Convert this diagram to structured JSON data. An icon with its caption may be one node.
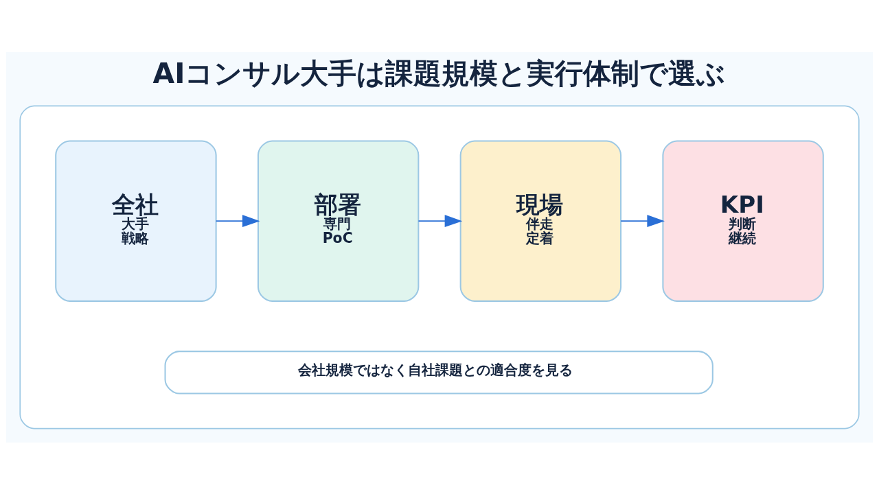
{
  "diagram": {
    "title": "AIコンサル大手は課題規模と実行体制で選ぶ",
    "nodes": [
      {
        "text": [],
        "shape": "box"
      },
      {
        "text": [
          "全社",
          "大手",
          "戦略"
        ],
        "in": 0
      },
      {
        "text": [
          "部署",
          "専門",
          "PoC"
        ],
        "in": 0
      },
      {
        "text": [
          "現場",
          "伴走",
          "定着"
        ],
        "in": 0
      },
      {
        "text": [
          "KPI",
          "判断",
          "継続"
        ],
        "in": 0
      },
      {
        "text": [
          "会社規模ではなく自社課題との適合度を見る"
        ],
        "in": 0
      }
    ],
    "edges": [
      {
        "from": 1,
        "to": 2,
        "arrow": "to"
      },
      {
        "from": 2,
        "to": 3,
        "arrow": "to"
      },
      {
        "from": 3,
        "to": 4,
        "arrow": "to"
      }
    ]
  }
}
